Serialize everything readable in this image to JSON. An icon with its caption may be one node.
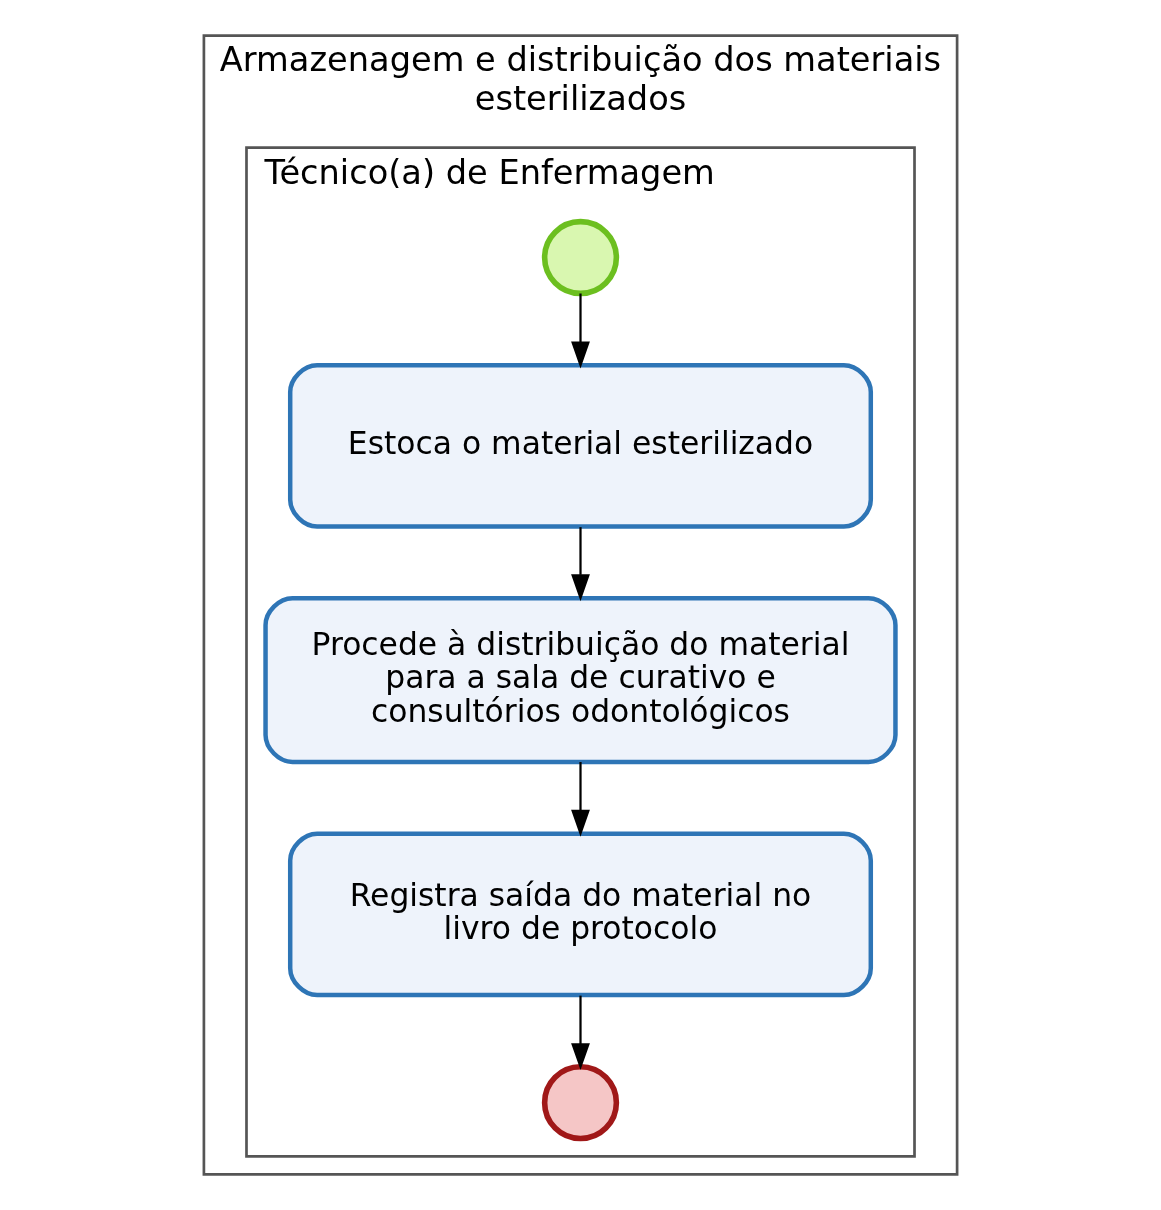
{
  "diagram": {
    "nodes": [
      {
        "text": [
          "Armazenagem e distribuição dos materiais esterilizados"
        ]
      },
      {
        "text": [
          "Técnico(a) de Enfermagem"
        ],
        "in": 0
      },
      {
        "text": [],
        "shape": "circle",
        "in": 1
      },
      {
        "text": [
          "Estoca o material esterilizado"
        ],
        "in": 1
      },
      {
        "text": [
          "Procede à distribuição do material para a sala de curativo e consultórios odontológicos"
        ],
        "in": 1
      },
      {
        "text": [
          "Registra saída do material no livro de protocolo"
        ],
        "in": 1
      },
      {
        "text": [],
        "shape": "circle",
        "in": 1
      }
    ],
    "edges": [
      {
        "from": 2,
        "to": 3,
        "arrow": "to"
      },
      {
        "from": 3,
        "to": 4,
        "arrow": "to"
      },
      {
        "from": 4,
        "to": 5,
        "arrow": "to"
      },
      {
        "from": 5,
        "to": 6,
        "arrow": "to"
      }
    ]
  }
}
